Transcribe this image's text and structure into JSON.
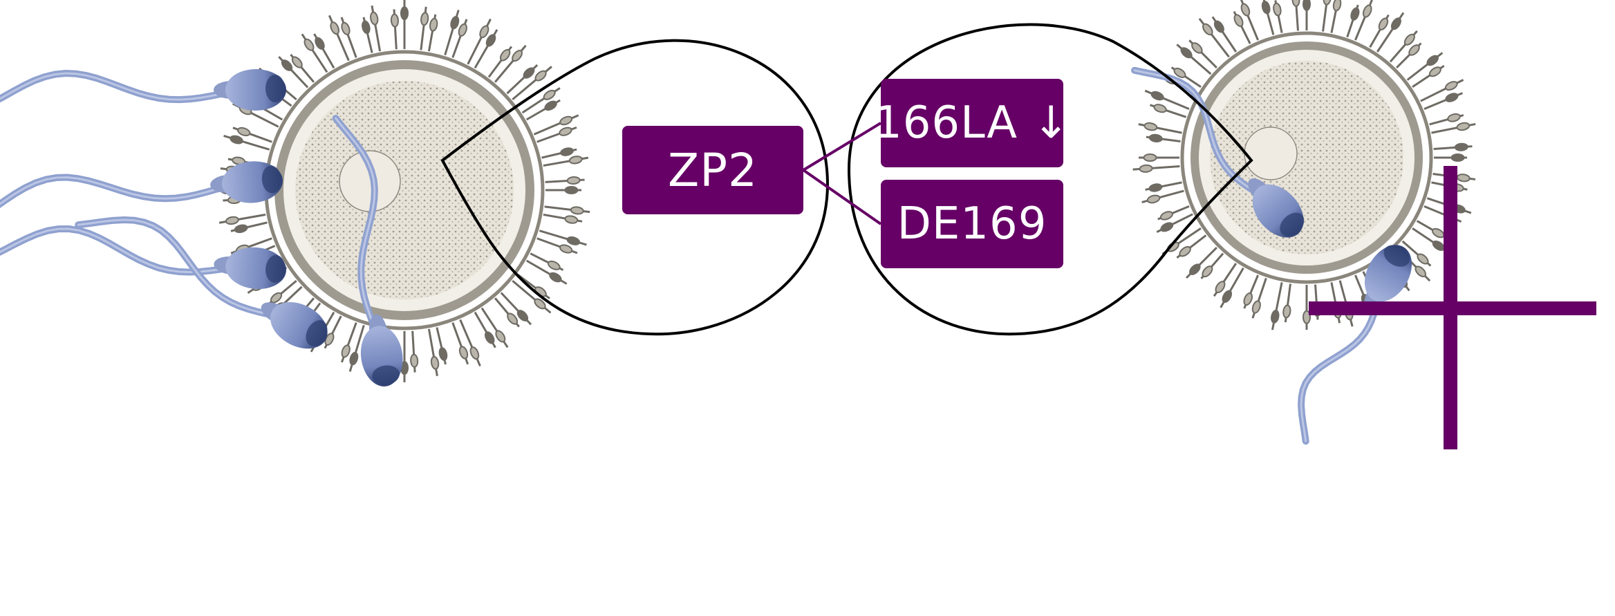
{
  "diagram": {
    "left_panel": {
      "label": "ZP2"
    },
    "right_panel": {
      "labels": [
        "166LA ↓",
        "DE169"
      ]
    }
  },
  "colors": {
    "accent_purple": "#660066",
    "sperm_blue": "#8fa1cf",
    "sperm_dark": "#2e3f70",
    "egg_fill": "#e9e5dc",
    "egg_texture": "#8e8a80",
    "outline": "#000000"
  }
}
